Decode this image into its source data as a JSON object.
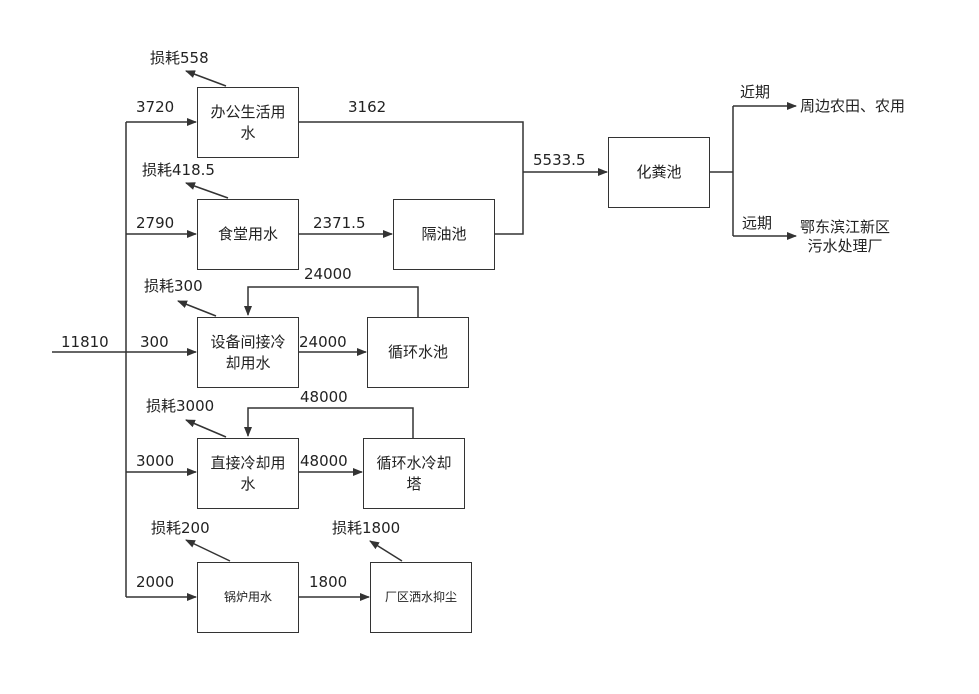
{
  "nodes": {
    "office": "办公生活用水",
    "canteen": "食堂用水",
    "oil_trap": "隔油池",
    "indirect_cooling": "设备间接冷却用水",
    "circ_pool": "循环水池",
    "direct_cooling": "直接冷却用水",
    "cooling_tower": "循环水冷却塔",
    "boiler": "锅炉用水",
    "dust": "厂区洒水抑尘",
    "septic": "化粪池",
    "dest_near": "周边农田、农用",
    "dest_far_line1": "鄂东滨江新区",
    "dest_far_line2": "污水处理厂"
  },
  "flows": {
    "total": "11810",
    "office_in": "3720",
    "office_out": "3162",
    "canteen_in": "2790",
    "canteen_out": "2371.5",
    "indirect_in": "300",
    "indirect_out": "24000",
    "indirect_return": "24000",
    "direct_in": "3000",
    "direct_out": "48000",
    "direct_return": "48000",
    "boiler_in": "2000",
    "boiler_out": "1800",
    "septic_in": "5533.5",
    "near_term": "近期",
    "far_term": "远期"
  },
  "losses": {
    "office": "损耗558",
    "canteen": "损耗418.5",
    "indirect": "损耗300",
    "direct": "损耗3000",
    "boiler": "损耗200",
    "dust": "损耗1800"
  }
}
